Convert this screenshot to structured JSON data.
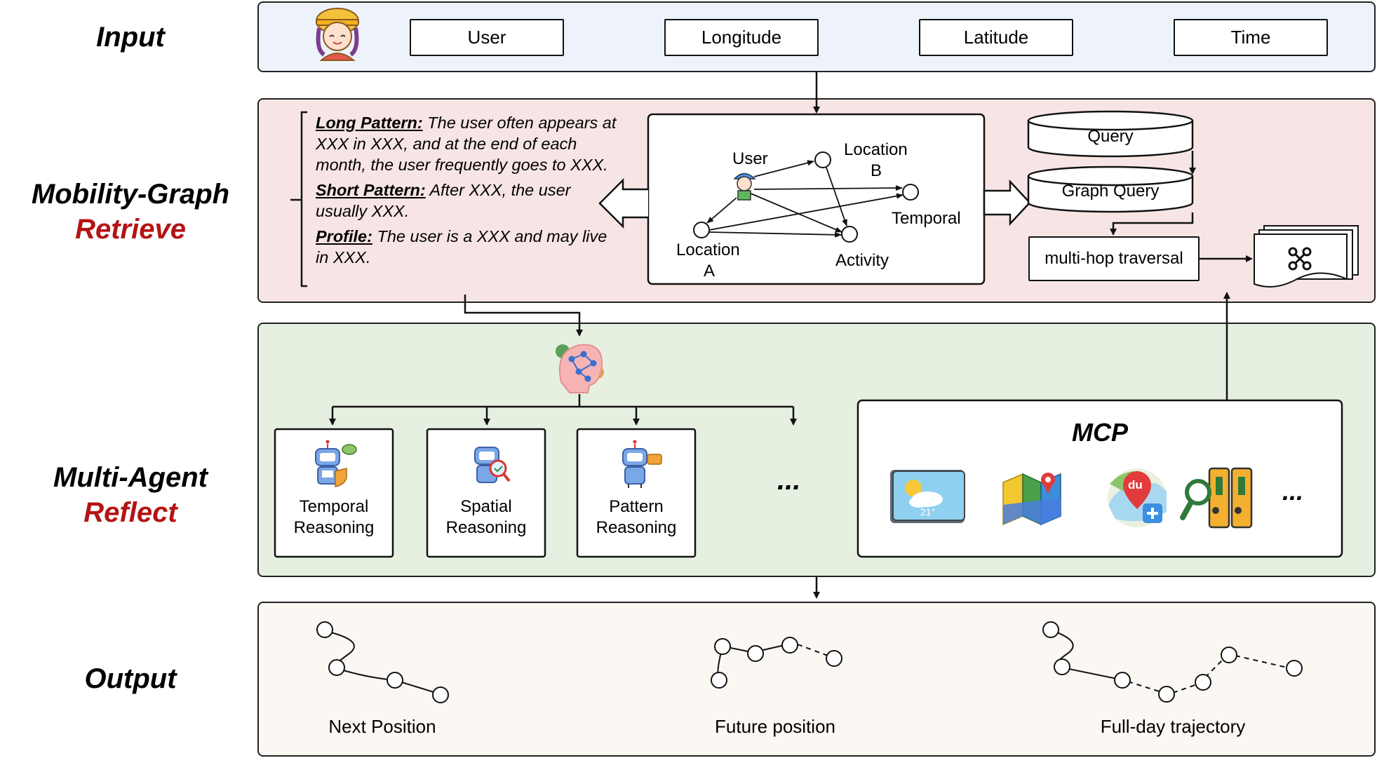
{
  "stages": {
    "input": "Input",
    "retrieve_line1": "Mobility-Graph",
    "retrieve_line2": "Retrieve",
    "reflect_line1": "Multi-Agent",
    "reflect_line2": "Reflect",
    "output": "Output"
  },
  "input": {
    "fields": [
      "User",
      "Longitude",
      "Latitude",
      "Time"
    ]
  },
  "patterns": {
    "long_label": "Long Pattern:",
    "long_text": " The user often appears at XXX in XXX, and at the end of each month, the user frequently goes to XXX.",
    "short_label": "Short Pattern:",
    "short_text": " After XXX, the user usually XXX.",
    "profile_label": "Profile:",
    "profile_text": " The user is a XXX and may live in XXX."
  },
  "graph": {
    "user": "User",
    "location_b_1": "Location",
    "location_b_2": "B",
    "temporal": "Temporal",
    "location_a_1": "Location",
    "location_a_2": "A",
    "activity": "Activity"
  },
  "query": {
    "query": "Query",
    "graph_query": "Graph Query",
    "multi_hop": "multi-hop traversal"
  },
  "agents": [
    {
      "line1": "Temporal",
      "line2": "Reasoning"
    },
    {
      "line1": "Spatial",
      "line2": "Reasoning"
    },
    {
      "line1": "Pattern",
      "line2": "Reasoning"
    }
  ],
  "agents_more": "...",
  "mcp": {
    "title": "MCP",
    "weather_temp": "21°",
    "baidu_text": "du",
    "more": "..."
  },
  "outputs": [
    "Next Position",
    "Future position",
    "Full-day trajectory"
  ],
  "colors": {
    "input_bg": "#eef3fb",
    "retrieve_bg": "#f7e5e5",
    "reflect_bg": "#e6f0e1",
    "output_bg": "#fbf7f2",
    "accent_red": "#b41414"
  }
}
